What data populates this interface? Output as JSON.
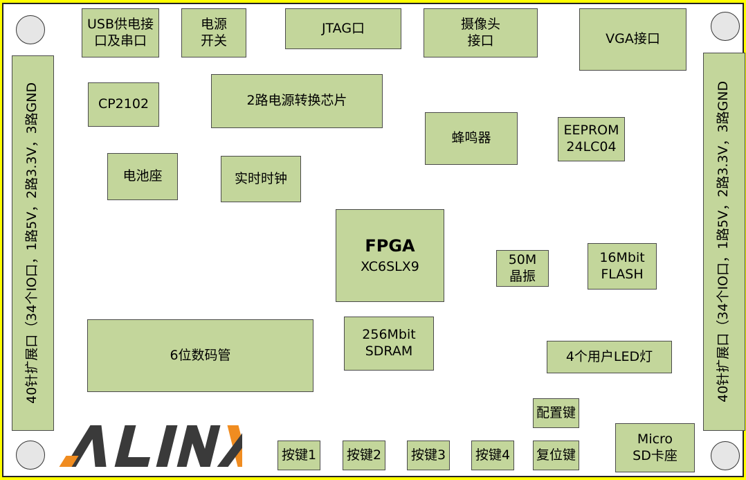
{
  "colors": {
    "background": "#ffff00",
    "board": "#ffffff",
    "block_fill": "#c3d69b",
    "block_border": "#4a4a4a",
    "logo_orange": "#f08c20",
    "logo_dark": "#3a3a3a"
  },
  "blocks": {
    "usb": "USB供电接\n口及串口",
    "power_switch": "电源\n开关",
    "jtag": "JTAG口",
    "camera": "摄像头\n接口",
    "vga": "VGA接口",
    "cp2102": "CP2102",
    "power_chip": "2路电源转换芯片",
    "buzzer": "蜂鸣器",
    "eeprom": "EEPROM\n24LC04",
    "battery": "电池座",
    "rtc": "实时时钟",
    "fpga_title": "FPGA",
    "fpga_model": "XC6SLX9",
    "osc": "50M\n晶振",
    "flash": "16Mbit\nFLASH",
    "seg": "6位数码管",
    "sdram": "256Mbit\nSDRAM",
    "leds": "4个用户LED灯",
    "config_key": "配置键",
    "key1": "按键1",
    "key2": "按键2",
    "key3": "按键3",
    "key4": "按键4",
    "reset_key": "复位键",
    "sd": "Micro\nSD卡座"
  },
  "expansion": {
    "left_label": "40针扩展口（34个IO口，1路5V，2路3.3V，3路GND",
    "right_label": "40针扩展口（34个IO口，1路5V，2路3.3V，3路GND"
  },
  "logo": {
    "text": "ALINX"
  }
}
